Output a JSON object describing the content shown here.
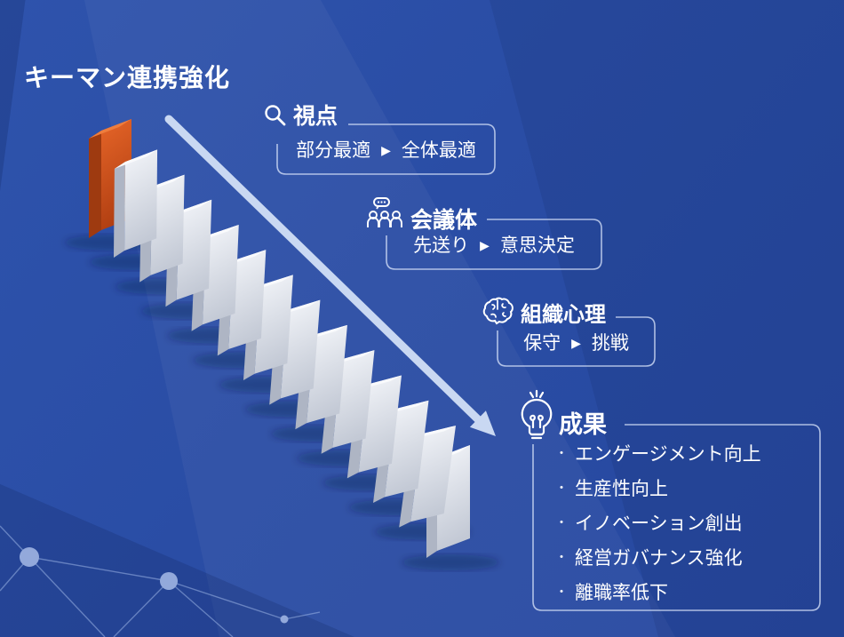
{
  "page_title": "キーマン連携強化",
  "glyphs": {
    "arrow": "▶",
    "bullet": "・"
  },
  "colors": {
    "background": "#2A4DA5",
    "keyman_domino": "#D9571F",
    "fallen_domino": "#DDE1EA",
    "flow_arrow": "#C9D8F2",
    "text": "#FFFFFF",
    "frame_border": "#D6E2F8"
  },
  "dominoes": {
    "keyman_count": 1,
    "falling_count": 12,
    "standing_count": 1,
    "total": 14
  },
  "labels": [
    {
      "id": "viewpoint",
      "icon": "magnifier-icon",
      "title": "視点",
      "from": "部分最適",
      "to": "全体最適"
    },
    {
      "id": "meeting",
      "icon": "people-chat-icon",
      "title": "会議体",
      "from": "先送り",
      "to": "意思決定"
    },
    {
      "id": "psychology",
      "icon": "brain-icon",
      "title": "組織心理",
      "from": "保守",
      "to": "挑戦"
    }
  ],
  "results": {
    "icon": "lightbulb-icon",
    "title": "成果",
    "items": [
      "エンゲージメント向上",
      "生産性向上",
      "イノベーション創出",
      "経営ガバナンス強化",
      "離職率低下"
    ]
  }
}
